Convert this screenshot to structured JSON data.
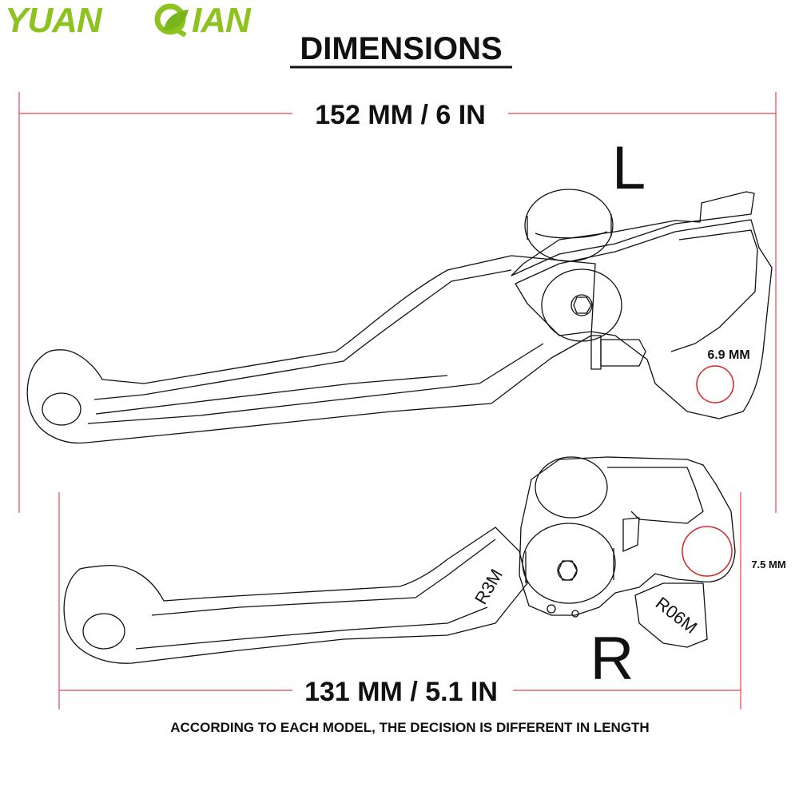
{
  "brand": {
    "text_before": "YUAN",
    "text_after": "IAN",
    "colors": {
      "text": "#8dc21f",
      "leaf": "#7ab51d"
    }
  },
  "title": "DIMENSIONS",
  "left_lever": {
    "side_label": "L",
    "total_length": "152 MM / 6 IN",
    "hole_diameter": "6.9 MM"
  },
  "right_lever": {
    "side_label": "R",
    "total_length": "131 MM / 5.1 IN",
    "hole_diameter": "7.5 MM",
    "engraving_lever": "R3M",
    "engraving_bracket": "R06M"
  },
  "footnote": "ACCORDING TO EACH MODEL, THE DECISION IS DIFFERENT IN LENGTH",
  "colors": {
    "dimension_line": "#e8454a",
    "outline": "#111111",
    "hole_ring": "#d62828"
  }
}
